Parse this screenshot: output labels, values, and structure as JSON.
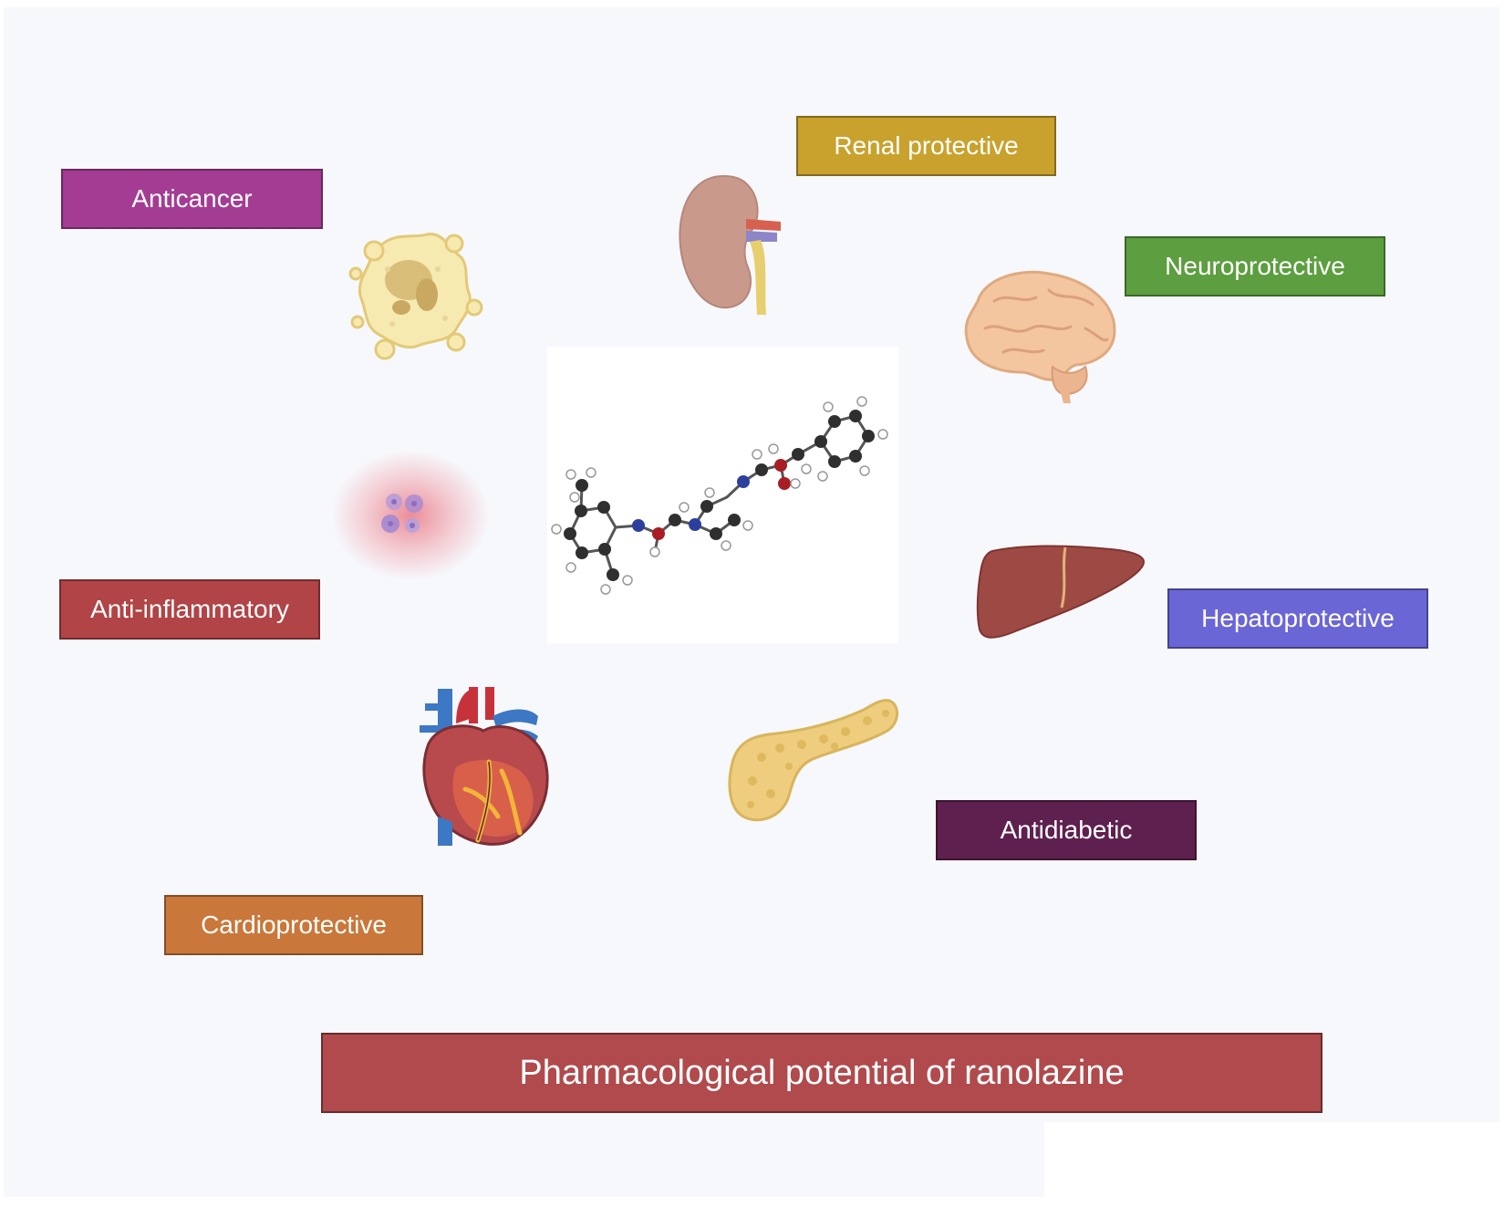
{
  "title": "Pharmacological potential of ranolazine",
  "labels": {
    "anticancer": "Anticancer",
    "renal": "Renal protective",
    "neuro": "Neuroprotective",
    "anti_inflammatory": "Anti-inflammatory",
    "hepato": "Hepatoprotective",
    "cardio": "Cardioprotective",
    "antidiabetic": "Antidiabetic"
  },
  "colors": {
    "anticancer": "#a43c93",
    "renal": "#c9a22e",
    "neuro": "#5c9e40",
    "anti_inflammatory": "#b04446",
    "hepato": "#6b66d6",
    "cardio": "#c9773a",
    "antidiabetic": "#5e204f",
    "title": "#b04a4c"
  },
  "icons": [
    "cancer-cell-icon",
    "kidney-icon",
    "brain-icon",
    "inflammation-cells-icon",
    "liver-icon",
    "heart-icon",
    "pancreas-icon",
    "ranolazine-molecule"
  ]
}
